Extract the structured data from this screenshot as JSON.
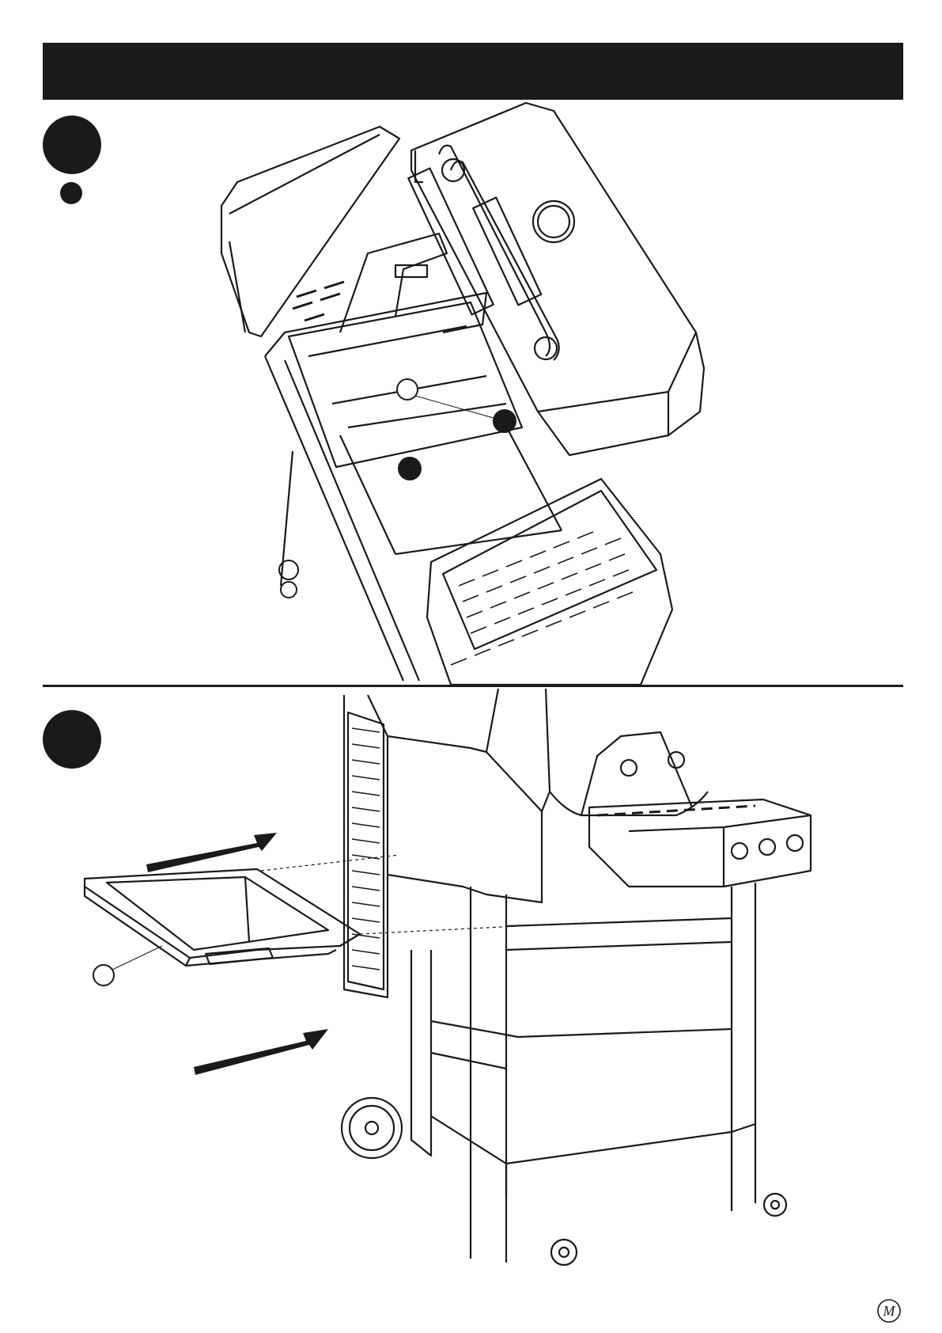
{
  "header": {
    "title": ""
  },
  "steps": [
    {
      "id": "step-a",
      "number": ""
    },
    {
      "id": "step-b",
      "number": ""
    }
  ],
  "brand": {
    "logo_letter": "M"
  },
  "colors": {
    "ink": "#1a1a1a",
    "paper": "#ffffff"
  },
  "illustration_icons": [
    "grill-open-hood-icon",
    "grill-side-view-icon",
    "grease-tray-icon",
    "arrow-icon"
  ]
}
